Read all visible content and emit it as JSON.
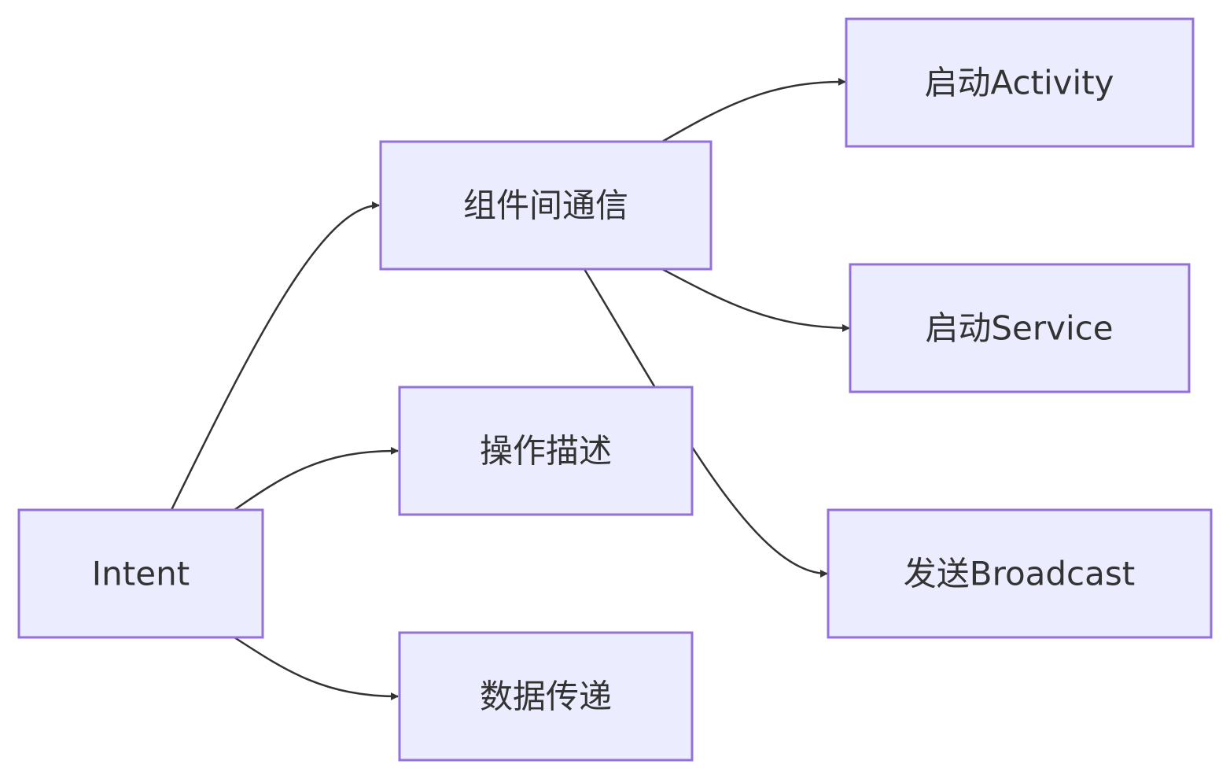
{
  "nodes": {
    "intent": "Intent",
    "component_comm": "组件间通信",
    "action_desc": "操作描述",
    "data_transfer": "数据传递",
    "start_activity": "启动Activity",
    "start_service": "启动Service",
    "send_broadcast": "发送Broadcast"
  },
  "edges": [
    {
      "from": "intent",
      "to": "component_comm"
    },
    {
      "from": "intent",
      "to": "action_desc"
    },
    {
      "from": "intent",
      "to": "data_transfer"
    },
    {
      "from": "component_comm",
      "to": "start_activity"
    },
    {
      "from": "component_comm",
      "to": "start_service"
    },
    {
      "from": "component_comm",
      "to": "send_broadcast"
    }
  ],
  "colors": {
    "node_fill": "#ececff",
    "node_border": "#9370db",
    "edge": "#333333",
    "text": "#333333"
  }
}
